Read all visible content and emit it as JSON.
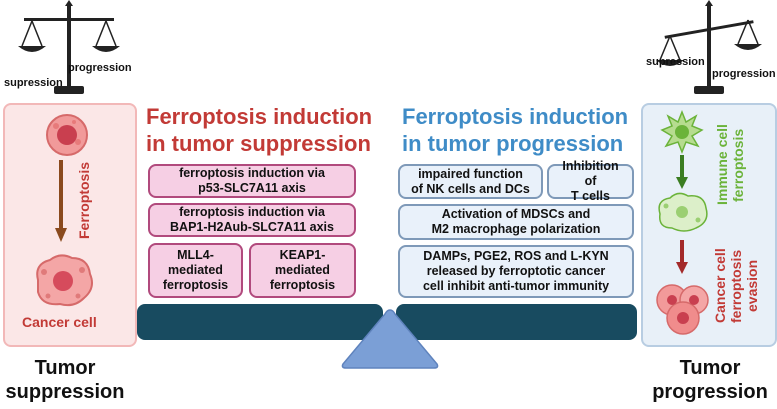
{
  "left": {
    "scale": {
      "left_label": "supression",
      "right_label": "progression"
    },
    "vertical_label": "Ferroptosis",
    "cell_label": "Cancer cell",
    "bottom_label_line1": "Tumor",
    "bottom_label_line2": "suppression"
  },
  "right": {
    "scale": {
      "left_label": "supression",
      "right_label": "progression"
    },
    "vertical_label_top": "Immune cell ferroptosis",
    "vertical_label_bottom": "Cancer cell ferroptosis evasion",
    "bottom_label_line1": "Tumor",
    "bottom_label_line2": "progression"
  },
  "suppression": {
    "title_line1": "Ferroptosis induction",
    "title_line2": "in tumor suppression",
    "boxes": [
      {
        "line1": "ferroptosis induction via",
        "line2": "p53-SLC7A11 axis"
      },
      {
        "line1": "ferroptosis induction via",
        "line2": "BAP1-H2Aub-SLC7A11 axis"
      },
      {
        "line1": "MLL4-",
        "line2": "mediated",
        "line3": "ferroptosis"
      },
      {
        "line1": "KEAP1-",
        "line2": "mediated",
        "line3": "ferroptosis"
      }
    ]
  },
  "progression": {
    "title_line1": "Ferroptosis induction",
    "title_line2": "in tumor progression",
    "boxes": [
      {
        "line1": "impaired function",
        "line2": "of NK cells and DCs"
      },
      {
        "line1": "Inhibition of",
        "line2": "T cells"
      },
      {
        "line1": "Activation of MDSCs and",
        "line2": "M2 macrophage polarization"
      },
      {
        "line1": "DAMPs, PGE2, ROS and L-KYN",
        "line2": "released by ferroptotic cancer",
        "line3": "cell inhibit anti-tumor immunity"
      }
    ]
  },
  "colors": {
    "red": "#c23a36",
    "blue": "#3f8cc7",
    "green": "#6bb33a",
    "plank": "#184b60",
    "fulcrum": "#7b9fd6",
    "brown": "#8a4a1e"
  }
}
